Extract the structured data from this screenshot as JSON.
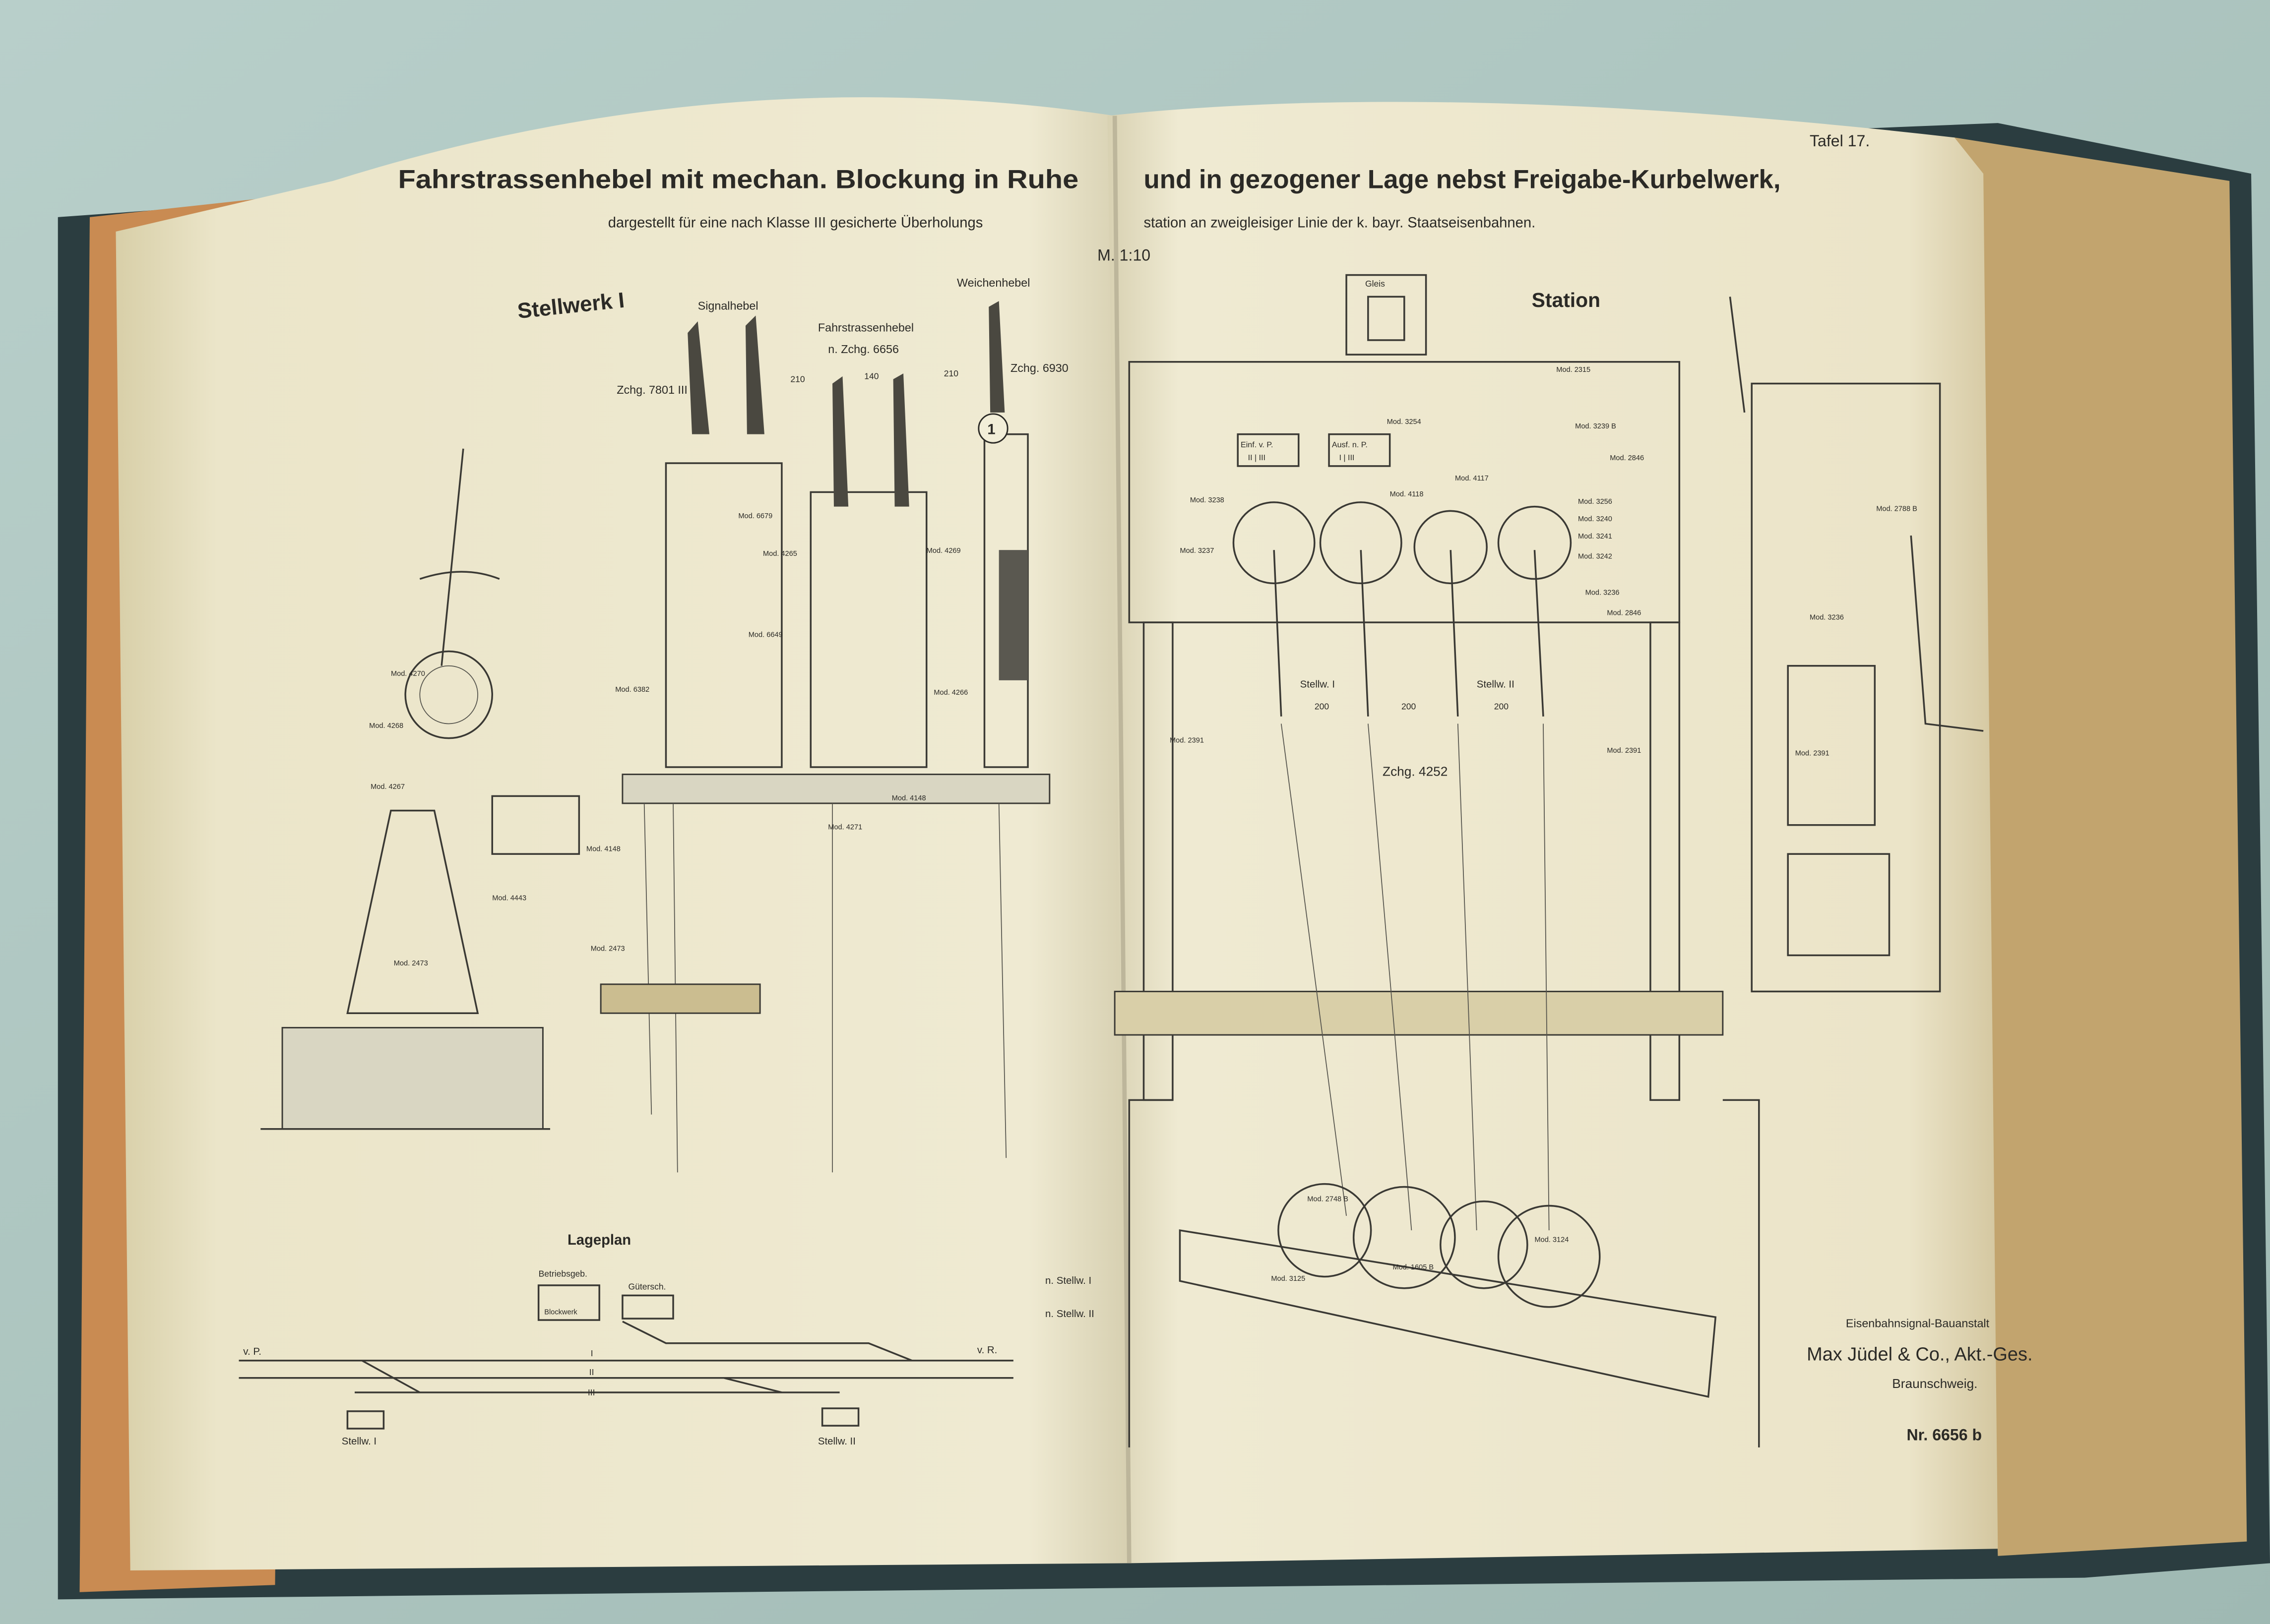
{
  "plate": {
    "title_left": "Fahrstrassenhebel mit mechan. Blockung in Ruhe",
    "title_right": "und in gezogener Lage nebst Freigabe-Kurbelwerk,",
    "subtitle_left": "dargestellt für eine nach Klasse III gesicherte Überholungs",
    "subtitle_right": "station an zweigleisiger Linie der k. bayr. Staatseisenbahnen.",
    "plate_number": "Tafel 17.",
    "scale": "M. 1:10"
  },
  "left_page": {
    "section_title": "Stellwerk I",
    "labels": {
      "signal_lever": "Signalhebel",
      "route_lever": "Fahrstrassenhebel",
      "route_lever_drawing": "n. Zchg. 6656",
      "switch_lever": "Weichenhebel",
      "drawing_7801": "Zchg. 7801 III",
      "drawing_6930": "Zchg. 6930",
      "lever_number": "1",
      "dims": [
        "210",
        "140",
        "210"
      ]
    },
    "mod_labels": [
      "Mod. 4270",
      "Mod. 4268",
      "Mod. 4267",
      "Mod. 2473",
      "Mod. 4443",
      "Mod. 4148",
      "Mod. 6382",
      "Mod. 4265",
      "Mod. 4269",
      "Mod. 4266",
      "Mod. 4271",
      "Mod. 4148",
      "Mod. 2473",
      "Mod. 6679",
      "Mod. 6649"
    ],
    "lageplan": {
      "title": "Lageplan",
      "building": "Betriebsgeb.",
      "blockwerk": "Blockwerk",
      "goods_shed": "Gütersch.",
      "from": "v. P.",
      "to": "v. R.",
      "box_1": "Stellw. I",
      "box_2": "Stellw. II",
      "tracks": [
        "I",
        "II",
        "III"
      ]
    }
  },
  "right_page": {
    "section_title": "Station",
    "track_label": "Gleis",
    "entry_label": "Einf. v. P.",
    "entry_tracks": "II | III",
    "exit_label": "Ausf. n. P.",
    "exit_tracks": "I | III",
    "box_1": "Stellw. I",
    "box_2": "Stellw. II",
    "dims": [
      "200",
      "200",
      "200"
    ],
    "drawing": "Zchg. 4252",
    "to_box_1": "n. Stellw. I",
    "to_box_2": "n. Stellw. II",
    "mod_labels": [
      "Mod. 3238",
      "Mod. 3237",
      "Mod. 2391",
      "Mod. 2391",
      "Mod. 3125",
      "Mod. 2748 B",
      "Mod. 1605 B",
      "Mod. 3124",
      "Mod. 2315",
      "Mod. 3239 B",
      "Mod. 2846",
      "Mod. 3256",
      "Mod. 3240",
      "Mod. 3241",
      "Mod. 3242",
      "Mod. 3236",
      "Mod. 2846",
      "Mod. 4118",
      "Mod. 4117",
      "Mod. 3254",
      "Mod. 2788 B",
      "Mod. 3236",
      "Mod. 2391"
    ],
    "maker_line1": "Eisenbahnsignal-Bauanstalt",
    "maker_line2": "Max Jüdel & Co., Akt.-Ges.",
    "maker_line3": "Braunschweig.",
    "sheet_number": "Nr. 6656 b"
  }
}
